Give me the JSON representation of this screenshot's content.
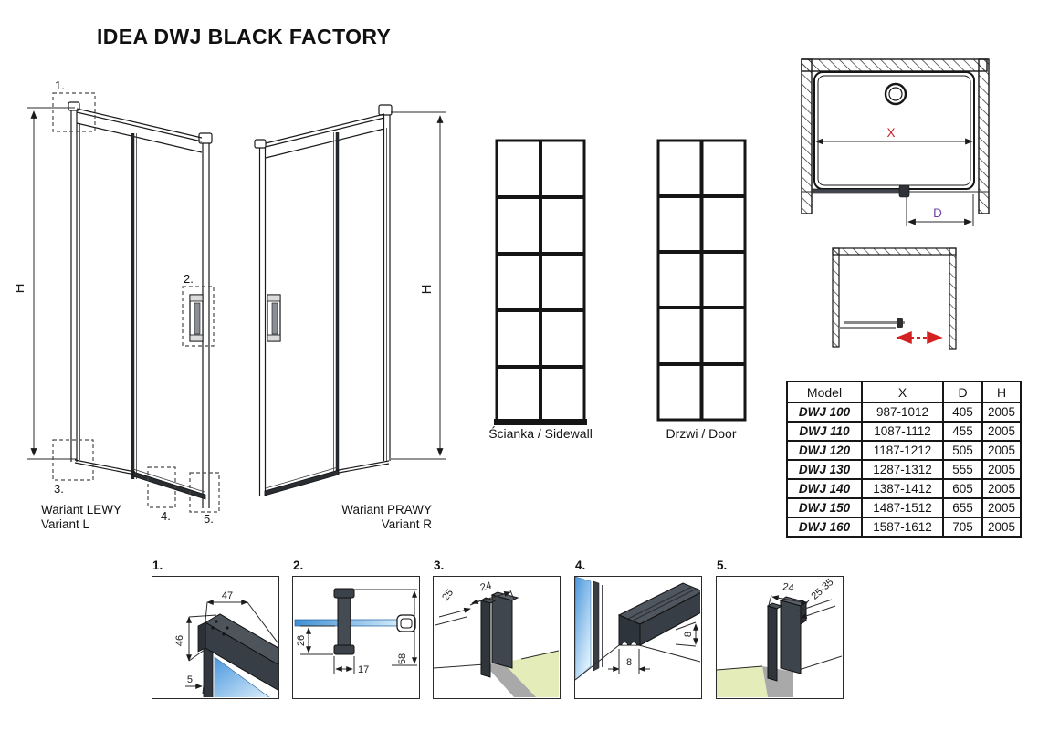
{
  "title": "IDEA DWJ BLACK FACTORY",
  "dims": {
    "height": "H",
    "width": "X",
    "door": "D"
  },
  "callouts": [
    "1.",
    "2.",
    "3.",
    "4.",
    "5."
  ],
  "variant_left": {
    "line1": "Wariant LEWY",
    "line2": "Variant L"
  },
  "variant_right": {
    "line1": "Wariant PRAWY",
    "line2": "Variant R"
  },
  "panel_labels": {
    "sidewall": "Ścianka / Sidewall",
    "door": "Drzwi / Door"
  },
  "details": [
    {
      "label": "1.",
      "dim_width": "47",
      "dim_height": "46",
      "dim_glass": "5"
    },
    {
      "label": "2.",
      "dim_depth": "26",
      "dim_width": "17",
      "dim_total": "58"
    },
    {
      "label": "3.",
      "dim_depth": "25",
      "dim_width": "24"
    },
    {
      "label": "4.",
      "dim_height": "8",
      "dim_width": "8"
    },
    {
      "label": "5.",
      "dim_width": "24",
      "dim_range": "25-35"
    }
  ],
  "table": {
    "headers": [
      "Model",
      "X",
      "D",
      "H"
    ],
    "rows": [
      {
        "model": "DWJ 100",
        "x": "987-1012",
        "d": "405",
        "h": "2005"
      },
      {
        "model": "DWJ 110",
        "x": "1087-1112",
        "d": "455",
        "h": "2005"
      },
      {
        "model": "DWJ 120",
        "x": "1187-1212",
        "d": "505",
        "h": "2005"
      },
      {
        "model": "DWJ 130",
        "x": "1287-1312",
        "d": "555",
        "h": "2005"
      },
      {
        "model": "DWJ 140",
        "x": "1387-1412",
        "d": "605",
        "h": "2005"
      },
      {
        "model": "DWJ 150",
        "x": "1487-1512",
        "d": "655",
        "h": "2005"
      },
      {
        "model": "DWJ 160",
        "x": "1587-1612",
        "d": "705",
        "h": "2005"
      }
    ]
  },
  "colors": {
    "dim_x": "#c22127",
    "dim_d": "#7040a0",
    "arrow_red": "#d42020",
    "glass_blue": "#4a97dd",
    "floor_green": "#e4edb9",
    "profile_dark": "#3c4249"
  }
}
